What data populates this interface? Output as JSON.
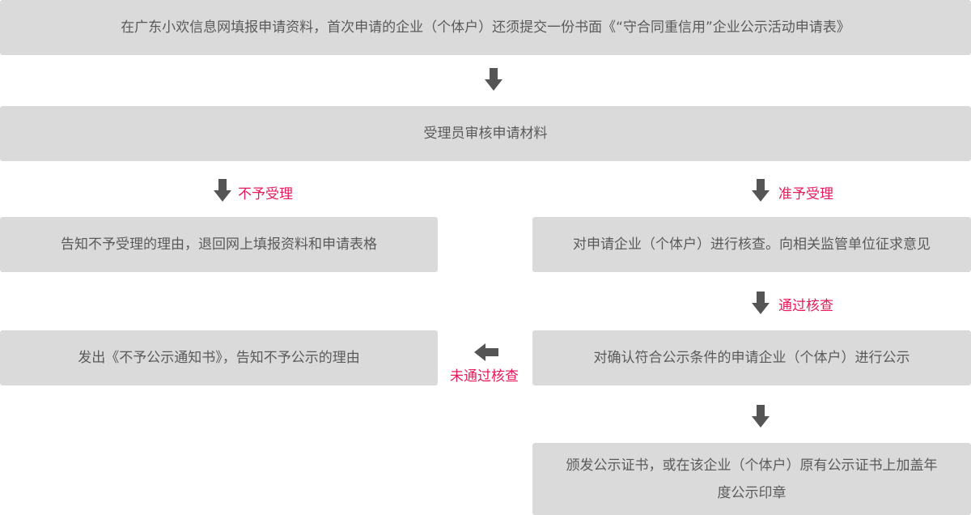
{
  "steps": {
    "submit": "在广东小欢信息网填报申请资料，首次申请的企业（个体户）还须提交一份书面《“守合同重信用”企业公示活动申请表》",
    "review": "受理员审核申请材料",
    "reject_notice": "告知不予受理的理由，退回网上填报资料和申请表格",
    "verify": "对申请企业（个体户）进行核查。向相关监管单位征求意见",
    "fail_notice": "发出《不予公示通知书》，告知不予公示的理由",
    "publicize": "对确认符合公示条件的申请企业（个体户）进行公示",
    "certificate_line1": "颁发公示证书，或在该企业（个体户）原有公示证书上加盖年",
    "certificate_line2": "度公示印章"
  },
  "labels": {
    "reject": "不予受理",
    "accept": "准予受理",
    "pass": "通过核查",
    "fail": "未通过核查"
  },
  "colors": {
    "box": "#dadada",
    "arrow": "#555555",
    "label": "#e6195a"
  }
}
